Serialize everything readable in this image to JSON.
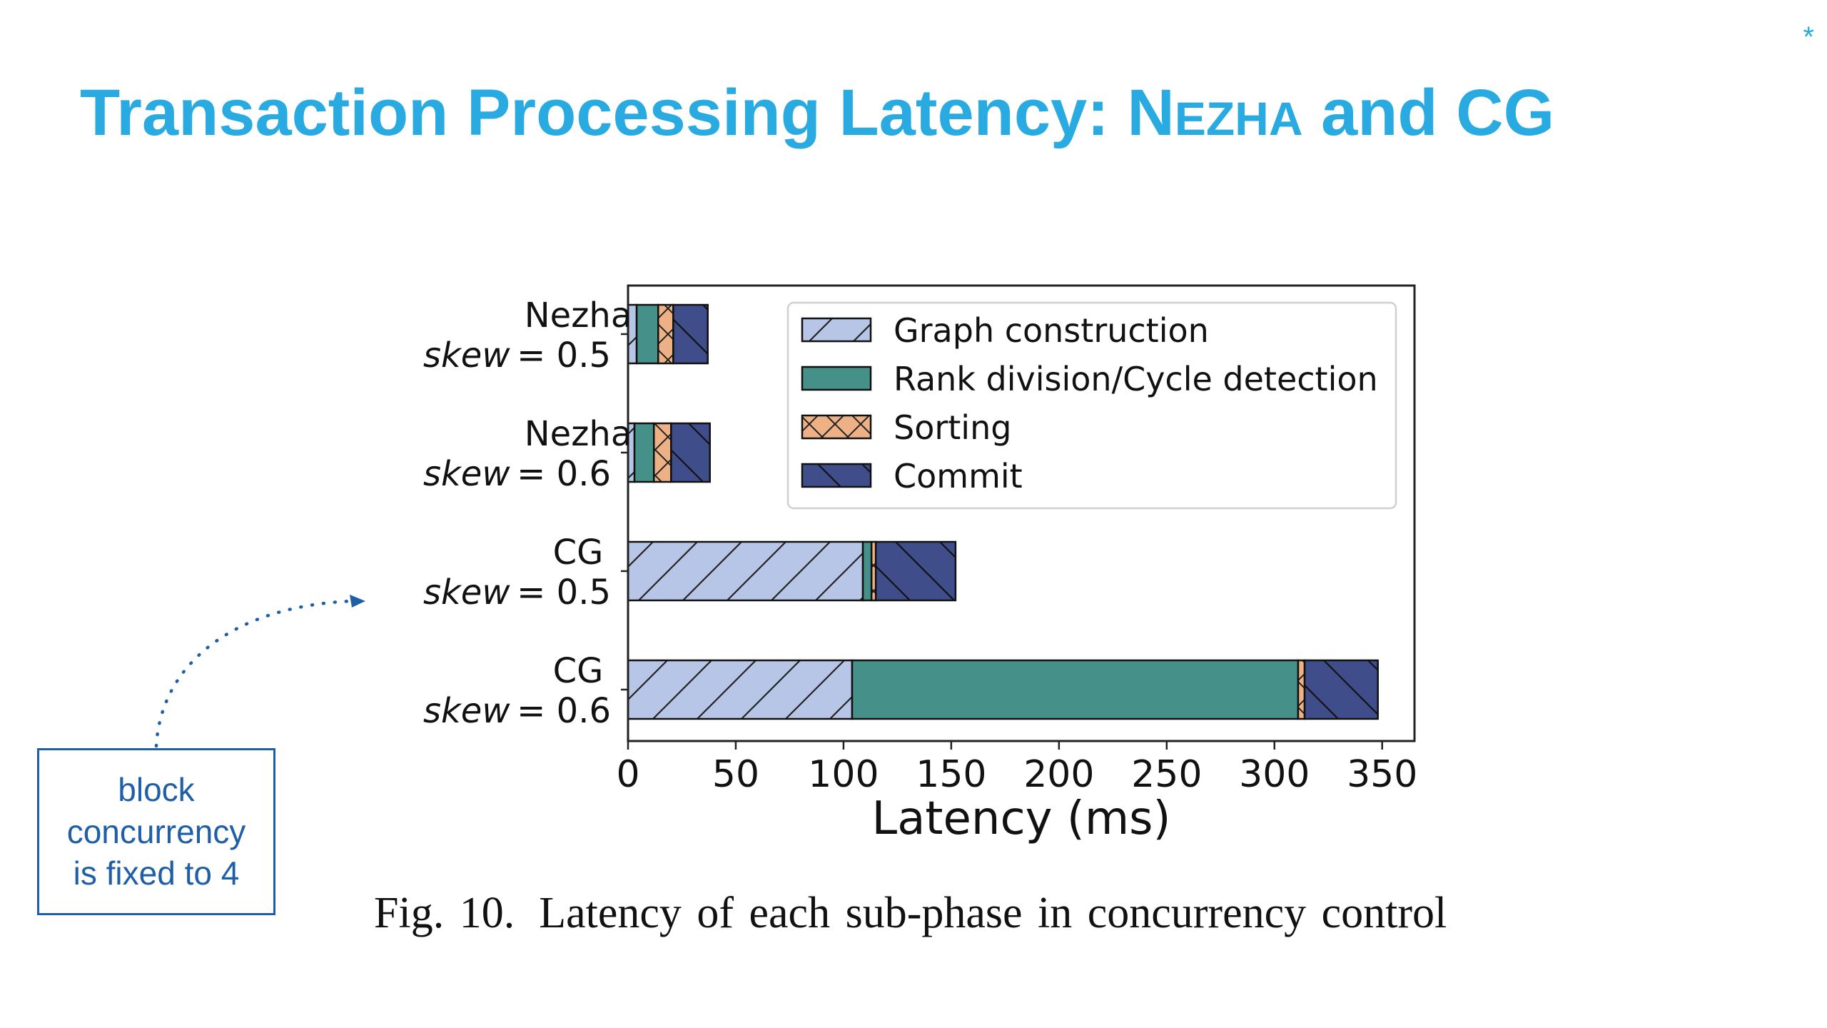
{
  "slide": {
    "title_prefix": "Transaction Processing Latency: ",
    "title_n": "N",
    "title_ezha": "EZHA",
    "title_suffix": " and CG",
    "corner_mark": "*",
    "callout_lines": [
      "block",
      "concurrency",
      "is fixed to 4"
    ],
    "caption_num": "Fig. 10.",
    "caption_text": "Latency of each sub-phase in concurrency control"
  },
  "colors": {
    "title": "#29abe2",
    "callout": "#1f5fa8",
    "graph_construction": "#b7c6e6",
    "rank_division": "#45918a",
    "sorting": "#eeb185",
    "commit": "#3f4d8a"
  },
  "chart_data": {
    "type": "bar",
    "orientation": "horizontal",
    "stacked": true,
    "categories": [
      {
        "name": "Nezha",
        "skew_label": "skew",
        "skew_value": "= 0.5"
      },
      {
        "name": "Nezha",
        "skew_label": "skew",
        "skew_value": "= 0.6"
      },
      {
        "name": "CG",
        "skew_label": "skew",
        "skew_value": "= 0.5"
      },
      {
        "name": "CG",
        "skew_label": "skew",
        "skew_value": "= 0.6"
      }
    ],
    "series": [
      {
        "name": "Graph construction",
        "color": "#b7c6e6",
        "hatch": "forward",
        "values": [
          4,
          3,
          109,
          104
        ]
      },
      {
        "name": "Rank division/Cycle detection",
        "color": "#45918a",
        "hatch": "none",
        "values": [
          10,
          9,
          4,
          207
        ]
      },
      {
        "name": "Sorting",
        "color": "#eeb185",
        "hatch": "cross",
        "values": [
          7,
          8,
          2,
          3
        ]
      },
      {
        "name": "Commit",
        "color": "#3f4d8a",
        "hatch": "back",
        "values": [
          16,
          18,
          37,
          34
        ]
      }
    ],
    "xlabel": "Latency (ms)",
    "xlim": [
      0,
      365
    ],
    "xticks": [
      0,
      50,
      100,
      150,
      200,
      250,
      300,
      350
    ],
    "legend": "top-right",
    "grid": false
  }
}
